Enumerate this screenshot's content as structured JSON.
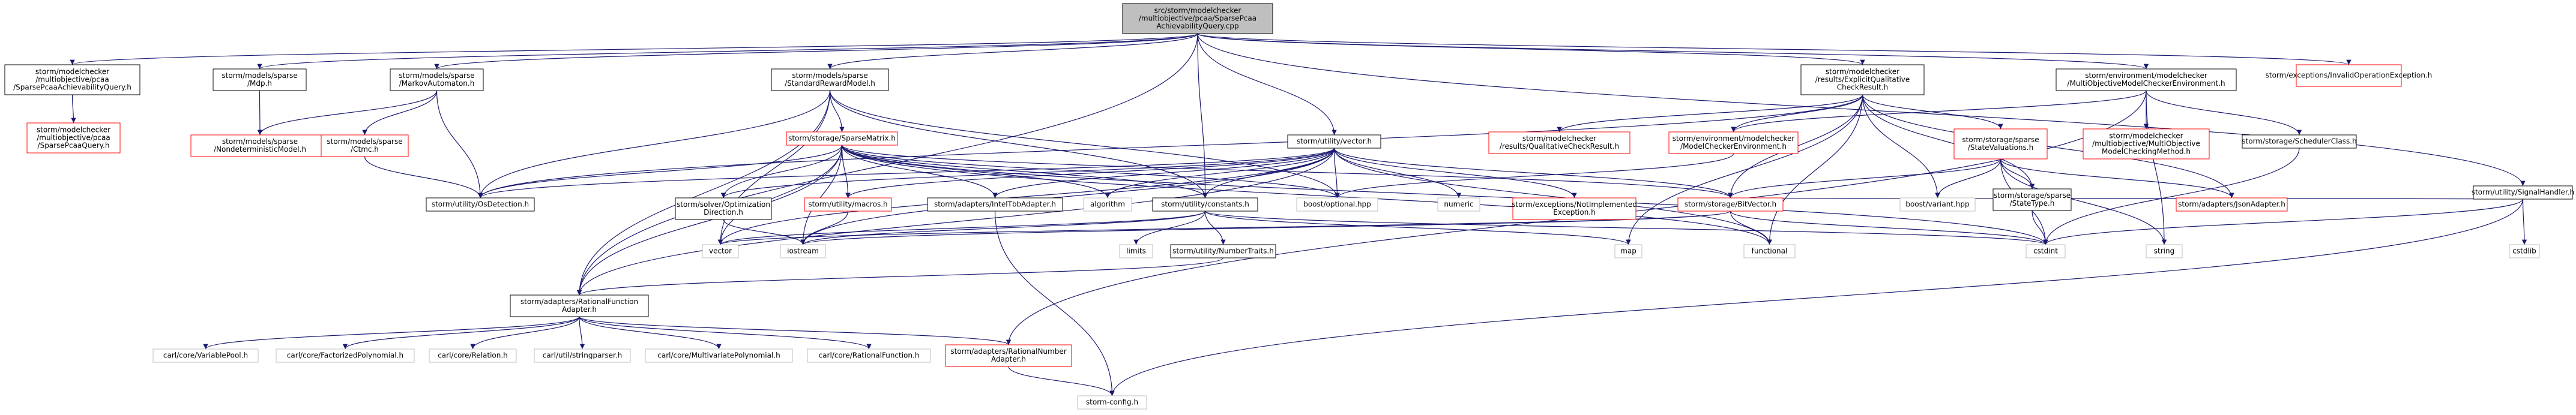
{
  "colors": {
    "root_fill": "#bfbfbf",
    "node_border": "#000000",
    "missing_border": "#ff0000",
    "external_border": "#bfbfbf",
    "edge": "#191970",
    "text": "#000000",
    "external_text": "#555555"
  },
  "nodes": [
    {
      "id": "root",
      "kind": "root",
      "lines": [
        "src/storm/modelchecker",
        "/multiobjective/pcaa/SparsePcaa",
        "AchievabilityQuery.cpp"
      ]
    },
    {
      "id": "sparsepcaaach",
      "kind": "normal",
      "lines": [
        "storm/modelchecker",
        "/multiobjective/pcaa",
        "/SparsePcaaAchievabilityQuery.h"
      ]
    },
    {
      "id": "sparsepcaaquery",
      "kind": "missing",
      "lines": [
        "storm/modelchecker",
        "/multiobjective/pcaa",
        "/SparsePcaaQuery.h"
      ]
    },
    {
      "id": "mdp",
      "kind": "normal",
      "lines": [
        "storm/models/sparse",
        "/Mdp.h"
      ]
    },
    {
      "id": "nondetmodel",
      "kind": "missing",
      "lines": [
        "storm/models/sparse",
        "/NondeterministicModel.h"
      ]
    },
    {
      "id": "markovautomaton",
      "kind": "normal",
      "lines": [
        "storm/models/sparse",
        "/MarkovAutomaton.h"
      ]
    },
    {
      "id": "ctmc",
      "kind": "missing",
      "lines": [
        "storm/models/sparse",
        "/Ctmc.h"
      ]
    },
    {
      "id": "osdetection",
      "kind": "normal",
      "lines": [
        "storm/utility/OsDetection.h"
      ]
    },
    {
      "id": "standardreward",
      "kind": "normal",
      "lines": [
        "storm/models/sparse",
        "/StandardRewardModel.h"
      ]
    },
    {
      "id": "sparsematrix",
      "kind": "missing",
      "lines": [
        "storm/storage/SparseMatrix.h"
      ]
    },
    {
      "id": "solveroptdir",
      "kind": "normal",
      "lines": [
        "storm/solver/Optimization",
        "Direction.h"
      ]
    },
    {
      "id": "macros",
      "kind": "missing",
      "lines": [
        "storm/utility/macros.h"
      ]
    },
    {
      "id": "inteltbb",
      "kind": "normal",
      "lines": [
        "storm/adapters/IntelTbbAdapter.h"
      ]
    },
    {
      "id": "algorithm",
      "kind": "external",
      "lines": [
        "algorithm"
      ]
    },
    {
      "id": "constants",
      "kind": "normal",
      "lines": [
        "storm/utility/constants.h"
      ]
    },
    {
      "id": "boostoptional",
      "kind": "external",
      "lines": [
        "boost/optional.hpp"
      ]
    },
    {
      "id": "numeric",
      "kind": "external",
      "lines": [
        "numeric"
      ]
    },
    {
      "id": "notimplemented",
      "kind": "missing",
      "lines": [
        "storm/exceptions/NotImplemented",
        "Exception.h"
      ]
    },
    {
      "id": "bitvector",
      "kind": "missing",
      "lines": [
        "storm/storage/BitVector.h"
      ]
    },
    {
      "id": "vectorh",
      "kind": "normal",
      "lines": [
        "storm/utility/vector.h"
      ]
    },
    {
      "id": "vector",
      "kind": "external",
      "lines": [
        "vector"
      ]
    },
    {
      "id": "iostream",
      "kind": "external",
      "lines": [
        "iostream"
      ]
    },
    {
      "id": "limits",
      "kind": "external",
      "lines": [
        "limits"
      ]
    },
    {
      "id": "numbertraits",
      "kind": "normal",
      "lines": [
        "storm/utility/NumberTraits.h"
      ]
    },
    {
      "id": "map",
      "kind": "external",
      "lines": [
        "map"
      ]
    },
    {
      "id": "functional",
      "kind": "external",
      "lines": [
        "functional"
      ]
    },
    {
      "id": "cstdint",
      "kind": "external",
      "lines": [
        "cstdint"
      ]
    },
    {
      "id": "string",
      "kind": "external",
      "lines": [
        "string"
      ]
    },
    {
      "id": "ratfuncadapter",
      "kind": "normal",
      "lines": [
        "storm/adapters/RationalFunction",
        "Adapter.h"
      ]
    },
    {
      "id": "variablepool",
      "kind": "external",
      "lines": [
        "carl/core/VariablePool.h"
      ]
    },
    {
      "id": "factorizedpoly",
      "kind": "external",
      "lines": [
        "carl/core/FactorizedPolynomial.h"
      ]
    },
    {
      "id": "relation",
      "kind": "external",
      "lines": [
        "carl/core/Relation.h"
      ]
    },
    {
      "id": "stringparser",
      "kind": "external",
      "lines": [
        "carl/util/stringparser.h"
      ]
    },
    {
      "id": "multivarpoly",
      "kind": "external",
      "lines": [
        "carl/core/MultivariatePolynomial.h"
      ]
    },
    {
      "id": "ratfunction",
      "kind": "external",
      "lines": [
        "carl/core/RationalFunction.h"
      ]
    },
    {
      "id": "ratnumadapter",
      "kind": "missing",
      "lines": [
        "storm/adapters/RationalNumber",
        "Adapter.h"
      ]
    },
    {
      "id": "stormconfig",
      "kind": "external",
      "lines": [
        "storm-config.h"
      ]
    },
    {
      "id": "explicitqual",
      "kind": "normal",
      "lines": [
        "storm/modelchecker",
        "/results/ExplicitQualitative",
        "CheckResult.h"
      ]
    },
    {
      "id": "qualitativecr",
      "kind": "missing",
      "lines": [
        "storm/modelchecker",
        "/results/QualitativeCheckResult.h"
      ]
    },
    {
      "id": "envmc",
      "kind": "missing",
      "lines": [
        "storm/environment/modelchecker",
        "/ModelCheckerEnvironment.h"
      ]
    },
    {
      "id": "statevaluations",
      "kind": "missing",
      "lines": [
        "storm/storage/sparse",
        "/StateValuations.h"
      ]
    },
    {
      "id": "boostvariant",
      "kind": "external",
      "lines": [
        "boost/variant.hpp"
      ]
    },
    {
      "id": "statetype",
      "kind": "normal",
      "lines": [
        "storm/storage/sparse",
        "/StateType.h"
      ]
    },
    {
      "id": "envmomc",
      "kind": "normal",
      "lines": [
        "storm/environment/modelchecker",
        "/MultiObjectiveModelCheckerEnvironment.h"
      ]
    },
    {
      "id": "momcmethod",
      "kind": "missing",
      "lines": [
        "storm/modelchecker",
        "/multiobjective/MultiObjective",
        "ModelCheckingMethod.h"
      ]
    },
    {
      "id": "schedulerclass",
      "kind": "normal",
      "lines": [
        "storm/storage/SchedulerClass.h"
      ]
    },
    {
      "id": "jsonadapter",
      "kind": "missing",
      "lines": [
        "storm/adapters/JsonAdapter.h"
      ]
    },
    {
      "id": "invalidop",
      "kind": "missing",
      "lines": [
        "storm/exceptions/InvalidOperationException.h"
      ]
    },
    {
      "id": "signalhandler",
      "kind": "normal",
      "lines": [
        "storm/utility/SignalHandler.h"
      ]
    },
    {
      "id": "cstdlib",
      "kind": "external",
      "lines": [
        "cstdlib"
      ]
    }
  ],
  "edges": [
    [
      "root",
      "sparsepcaaach"
    ],
    [
      "root",
      "mdp"
    ],
    [
      "root",
      "markovautomaton"
    ],
    [
      "root",
      "standardreward"
    ],
    [
      "root",
      "vectorh"
    ],
    [
      "root",
      "explicitqual"
    ],
    [
      "root",
      "envmomc"
    ],
    [
      "root",
      "invalidop"
    ],
    [
      "root",
      "signalhandler"
    ],
    [
      "root",
      "constants"
    ],
    [
      "root",
      "ratfuncadapter"
    ],
    [
      "sparsepcaaach",
      "sparsepcaaquery"
    ],
    [
      "mdp",
      "nondetmodel"
    ],
    [
      "markovautomaton",
      "nondetmodel"
    ],
    [
      "markovautomaton",
      "ctmc"
    ],
    [
      "markovautomaton",
      "osdetection"
    ],
    [
      "ctmc",
      "osdetection"
    ],
    [
      "standardreward",
      "sparsematrix"
    ],
    [
      "standardreward",
      "osdetection"
    ],
    [
      "standardreward",
      "constants"
    ],
    [
      "standardreward",
      "boostoptional"
    ],
    [
      "standardreward",
      "vector"
    ],
    [
      "standardreward",
      "ratfuncadapter"
    ],
    [
      "sparsematrix",
      "osdetection"
    ],
    [
      "sparsematrix",
      "solveroptdir"
    ],
    [
      "sparsematrix",
      "macros"
    ],
    [
      "sparsematrix",
      "inteltbb"
    ],
    [
      "sparsematrix",
      "algorithm"
    ],
    [
      "sparsematrix",
      "constants"
    ],
    [
      "sparsematrix",
      "boostoptional"
    ],
    [
      "sparsematrix",
      "bitvector"
    ],
    [
      "sparsematrix",
      "vector"
    ],
    [
      "sparsematrix",
      "iostream"
    ],
    [
      "sparsematrix",
      "ratfuncadapter"
    ],
    [
      "sparsematrix",
      "cstdint"
    ],
    [
      "sparsematrix",
      "functional"
    ],
    [
      "solveroptdir",
      "iostream"
    ],
    [
      "macros",
      "iostream"
    ],
    [
      "inteltbb",
      "stormconfig"
    ],
    [
      "constants",
      "limits"
    ],
    [
      "constants",
      "numbertraits"
    ],
    [
      "constants",
      "vector"
    ],
    [
      "constants",
      "map"
    ],
    [
      "constants",
      "cstdint"
    ],
    [
      "constants",
      "iostream"
    ],
    [
      "numbertraits",
      "ratfuncadapter"
    ],
    [
      "vectorh",
      "osdetection"
    ],
    [
      "vectorh",
      "macros"
    ],
    [
      "vectorh",
      "inteltbb"
    ],
    [
      "vectorh",
      "algorithm"
    ],
    [
      "vectorh",
      "constants"
    ],
    [
      "vectorh",
      "boostoptional"
    ],
    [
      "vectorh",
      "numeric"
    ],
    [
      "vectorh",
      "notimplemented"
    ],
    [
      "vectorh",
      "bitvector"
    ],
    [
      "vectorh",
      "vector"
    ],
    [
      "vectorh",
      "iostream"
    ],
    [
      "vectorh",
      "functional"
    ],
    [
      "vectorh",
      "solveroptdir"
    ],
    [
      "vectorh",
      "ratfuncadapter"
    ],
    [
      "bitvector",
      "functional"
    ],
    [
      "bitvector",
      "cstdint"
    ],
    [
      "bitvector",
      "vector"
    ],
    [
      "bitvector",
      "iostream"
    ],
    [
      "ratfuncadapter",
      "variablepool"
    ],
    [
      "ratfuncadapter",
      "factorizedpoly"
    ],
    [
      "ratfuncadapter",
      "relation"
    ],
    [
      "ratfuncadapter",
      "stringparser"
    ],
    [
      "ratfuncadapter",
      "multivarpoly"
    ],
    [
      "ratfuncadapter",
      "ratfunction"
    ],
    [
      "ratfuncadapter",
      "ratnumadapter"
    ],
    [
      "ratnumadapter",
      "stormconfig"
    ],
    [
      "explicitqual",
      "qualitativecr"
    ],
    [
      "explicitqual",
      "envmc"
    ],
    [
      "explicitqual",
      "statevaluations"
    ],
    [
      "explicitqual",
      "bitvector"
    ],
    [
      "explicitqual",
      "boostvariant"
    ],
    [
      "explicitqual",
      "statetype"
    ],
    [
      "explicitqual",
      "jsonadapter"
    ],
    [
      "explicitqual",
      "osdetection"
    ],
    [
      "explicitqual",
      "map"
    ],
    [
      "explicitqual",
      "functional"
    ],
    [
      "envmc",
      "boostoptional"
    ],
    [
      "statevaluations",
      "bitvector"
    ],
    [
      "statevaluations",
      "boostvariant"
    ],
    [
      "statevaluations",
      "statetype"
    ],
    [
      "statevaluations",
      "jsonadapter"
    ],
    [
      "statevaluations",
      "cstdint"
    ],
    [
      "statevaluations",
      "string"
    ],
    [
      "statetype",
      "cstdint"
    ],
    [
      "envmomc",
      "envmc"
    ],
    [
      "envmomc",
      "momcmethod"
    ],
    [
      "envmomc",
      "schedulerclass"
    ],
    [
      "envmomc",
      "string"
    ],
    [
      "envmomc",
      "ratnumadapter"
    ],
    [
      "schedulerclass",
      "cstdint"
    ],
    [
      "signalhandler",
      "cstdlib"
    ],
    [
      "signalhandler",
      "cstdint"
    ],
    [
      "signalhandler",
      "bitvector"
    ],
    [
      "signalhandler",
      "stormconfig"
    ]
  ]
}
